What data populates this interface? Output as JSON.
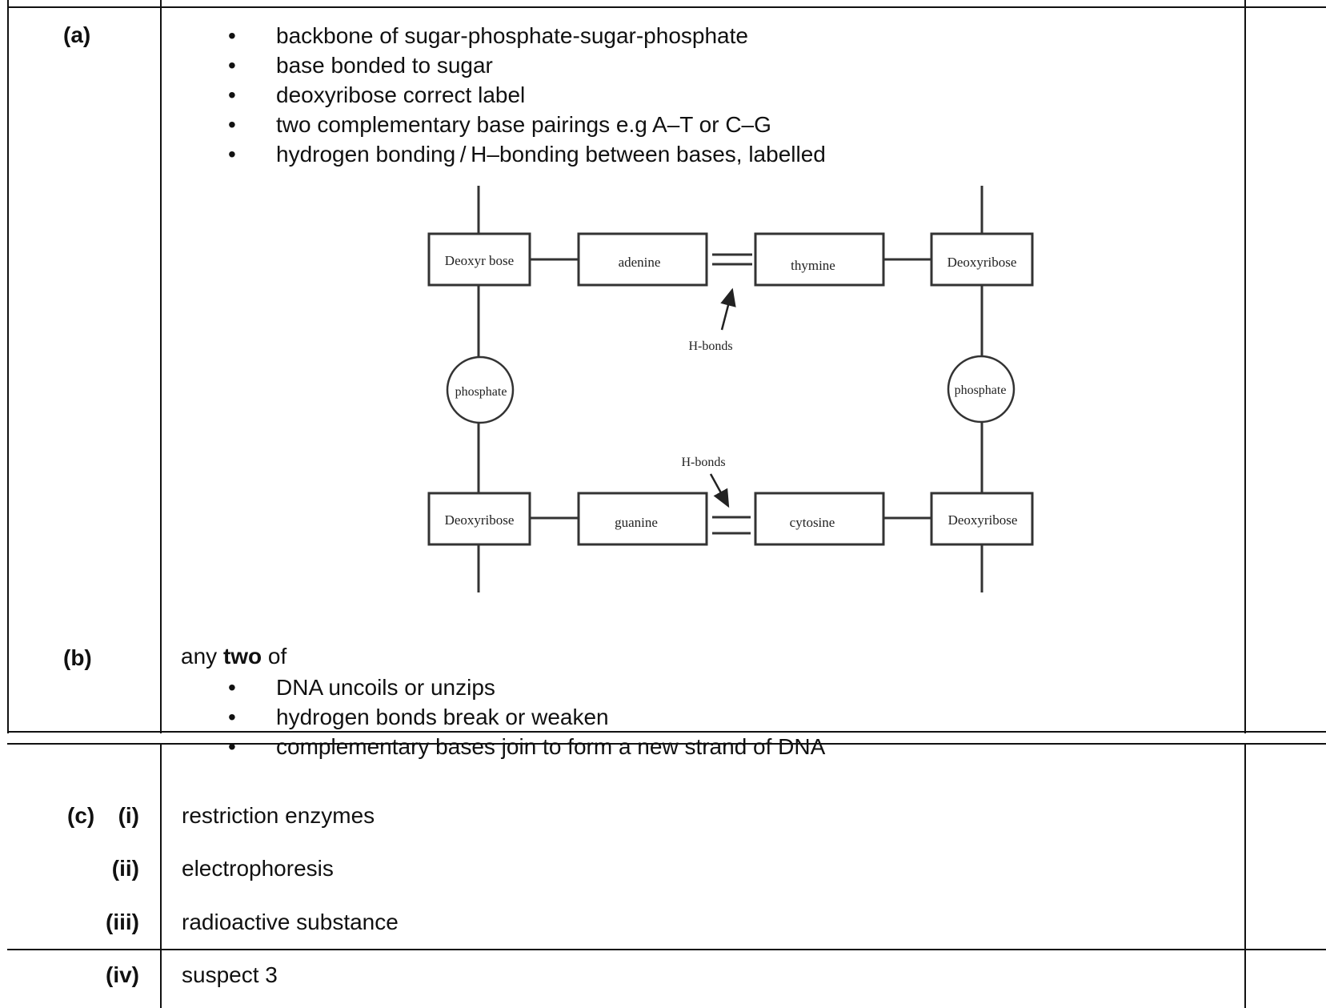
{
  "part_a": {
    "label": "(a)",
    "bullets": [
      "backbone of sugar-phosphate-sugar-phosphate",
      "base bonded to sugar",
      "deoxyribose correct label",
      "two complementary base pairings e.g A–T or C–G",
      "hydrogen bonding / H–bonding between bases, labelled"
    ],
    "diagram": {
      "top_left_sugar": "Deoxyr bose",
      "top_base_left": "adenine",
      "top_base_right": "thymine",
      "top_right_sugar": "Deoxyribose",
      "left_phosphate": "phosphate",
      "right_phosphate": "phosphate",
      "hbonds_top_label": "H-bonds",
      "hbonds_bottom_label": "H-bonds",
      "bottom_left_sugar": "Deoxyribose",
      "bottom_base_left": "guanine",
      "bottom_base_right": "cytosine",
      "bottom_right_sugar": "Deoxyribose"
    }
  },
  "part_b": {
    "label": "(b)",
    "intro_prefix": "any ",
    "intro_bold": "two",
    "intro_suffix": " of",
    "bullets": [
      "DNA uncoils or unzips",
      "hydrogen bonds break or weaken",
      "complementary bases join to form a new strand of DNA"
    ]
  },
  "part_c": {
    "label": "(c)",
    "items": [
      {
        "number": "(i)",
        "answer": "restriction enzymes"
      },
      {
        "number": "(ii)",
        "answer": "electrophoresis"
      },
      {
        "number": "(iii)",
        "answer": "radioactive substance"
      },
      {
        "number": "(iv)",
        "answer": "suspect 3"
      }
    ]
  }
}
